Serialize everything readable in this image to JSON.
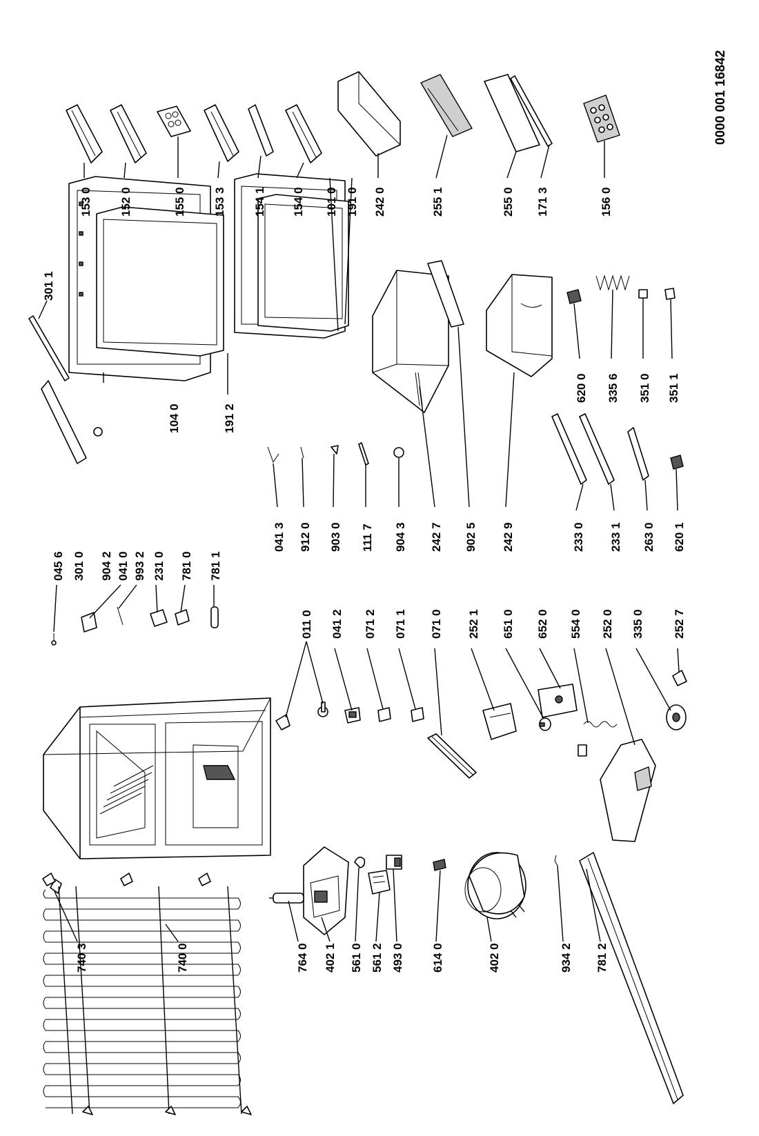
{
  "reference_number": "0000 001 16842",
  "parts": [
    {
      "id": "p7403",
      "label": "740 3"
    },
    {
      "id": "p7400",
      "label": "740 0"
    },
    {
      "id": "p7640",
      "label": "764 0"
    },
    {
      "id": "p4021",
      "label": "402 1"
    },
    {
      "id": "p5610",
      "label": "561 0"
    },
    {
      "id": "p5612",
      "label": "561 2"
    },
    {
      "id": "p4930",
      "label": "493 0"
    },
    {
      "id": "p6140",
      "label": "614 0"
    },
    {
      "id": "p4020",
      "label": "402 0"
    },
    {
      "id": "p9342",
      "label": "934 2"
    },
    {
      "id": "p7812",
      "label": "781 2"
    },
    {
      "id": "p0110",
      "label": "011 0"
    },
    {
      "id": "p0412",
      "label": "041 2"
    },
    {
      "id": "p0712",
      "label": "071 2"
    },
    {
      "id": "p0711",
      "label": "071 1"
    },
    {
      "id": "p0710",
      "label": "071 0"
    },
    {
      "id": "p2521",
      "label": "252 1"
    },
    {
      "id": "p6510",
      "label": "651 0"
    },
    {
      "id": "p6520",
      "label": "652 0"
    },
    {
      "id": "p5540",
      "label": "554 0"
    },
    {
      "id": "p2520",
      "label": "252 0"
    },
    {
      "id": "p3350",
      "label": "335 0"
    },
    {
      "id": "p2527",
      "label": "252 7"
    },
    {
      "id": "p0456",
      "label": "045 6"
    },
    {
      "id": "p3010",
      "label": "301 0"
    },
    {
      "id": "p9042",
      "label": "904 2"
    },
    {
      "id": "p0410",
      "label": "041 0"
    },
    {
      "id": "p9932",
      "label": "993 2"
    },
    {
      "id": "p2310",
      "label": "231 0"
    },
    {
      "id": "p7810",
      "label": "781 0"
    },
    {
      "id": "p7811",
      "label": "781 1"
    },
    {
      "id": "p0413",
      "label": "041 3"
    },
    {
      "id": "p9120",
      "label": "912 0"
    },
    {
      "id": "p9030",
      "label": "903 0"
    },
    {
      "id": "p1117",
      "label": "111 7"
    },
    {
      "id": "p9043",
      "label": "904 3"
    },
    {
      "id": "p2427",
      "label": "242 7"
    },
    {
      "id": "p9025",
      "label": "902 5"
    },
    {
      "id": "p2429",
      "label": "242 9"
    },
    {
      "id": "p2330",
      "label": "233 0"
    },
    {
      "id": "p2331",
      "label": "233 1"
    },
    {
      "id": "p2630",
      "label": "263 0"
    },
    {
      "id": "p6201",
      "label": "620 1"
    },
    {
      "id": "p3011",
      "label": "301 1"
    },
    {
      "id": "p1040",
      "label": "104 0"
    },
    {
      "id": "p1912",
      "label": "191 2"
    },
    {
      "id": "p6200",
      "label": "620 0"
    },
    {
      "id": "p3356",
      "label": "335 6"
    },
    {
      "id": "p3510",
      "label": "351 0"
    },
    {
      "id": "p3511",
      "label": "351 1"
    },
    {
      "id": "p1530",
      "label": "153 0"
    },
    {
      "id": "p1520",
      "label": "152 0"
    },
    {
      "id": "p1550",
      "label": "155 0"
    },
    {
      "id": "p1533",
      "label": "153 3"
    },
    {
      "id": "p1541",
      "label": "154 1"
    },
    {
      "id": "p1540",
      "label": "154 0"
    },
    {
      "id": "p1010",
      "label": "101 0"
    },
    {
      "id": "p1910",
      "label": "191 0"
    },
    {
      "id": "p2420",
      "label": "242 0"
    },
    {
      "id": "p2551",
      "label": "255 1"
    },
    {
      "id": "p2550",
      "label": "255 0"
    },
    {
      "id": "p1713",
      "label": "171 3"
    },
    {
      "id": "p1560",
      "label": "156 0"
    }
  ]
}
